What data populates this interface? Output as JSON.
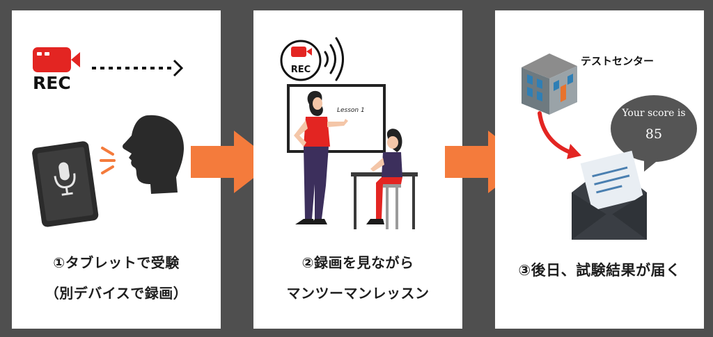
{
  "steps": [
    {
      "rec_label": "REC",
      "caption_line1": "①タブレットで受験",
      "caption_line2": "（別デバイスで録画）"
    },
    {
      "rec_label": "REC",
      "board_text": "Lesson 1",
      "caption_line1": "②録画を見ながら",
      "caption_line2": "マンツーマンレッスン"
    },
    {
      "building_label": "テストセンター",
      "bubble_line1": "Your score is",
      "bubble_line2": "85",
      "caption_line1": "③後日、試験結果が届く"
    }
  ],
  "colors": {
    "background": "#4f4f4f",
    "panel": "#ffffff",
    "accent_red": "#e32522",
    "arrow_orange": "#f47b3c",
    "dark": "#2a2a2a"
  },
  "icons": [
    "video-camera-icon",
    "tablet-microphone-icon",
    "speaking-head-icon",
    "sound-wave-icon",
    "building-icon",
    "envelope-icon",
    "speech-bubble-icon"
  ]
}
